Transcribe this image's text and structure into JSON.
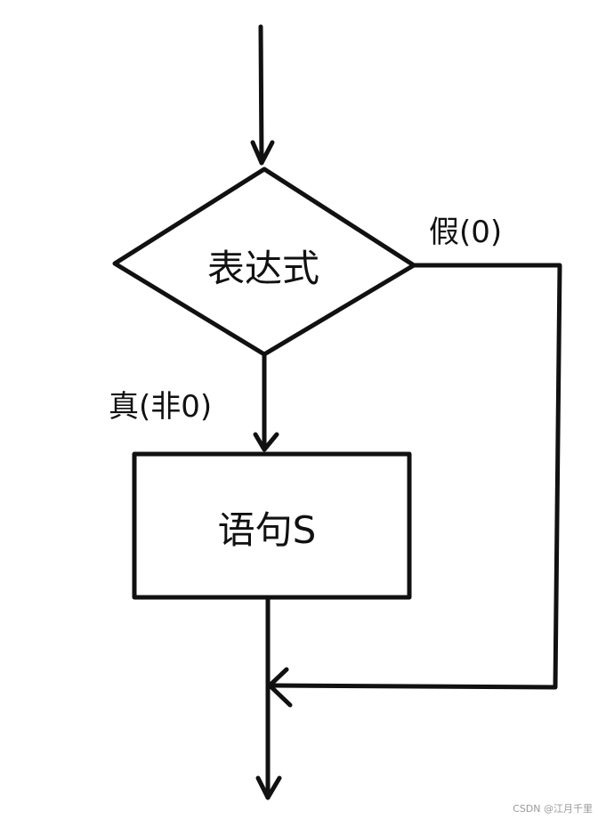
{
  "diagram": {
    "nodes": {
      "condition": {
        "label": "表达式"
      },
      "statement": {
        "label": "语句S"
      }
    },
    "edges": {
      "true_branch": {
        "label": "真(非0)"
      },
      "false_branch": {
        "label": "假(0)"
      }
    }
  },
  "watermark": "CSDN @江月千里"
}
